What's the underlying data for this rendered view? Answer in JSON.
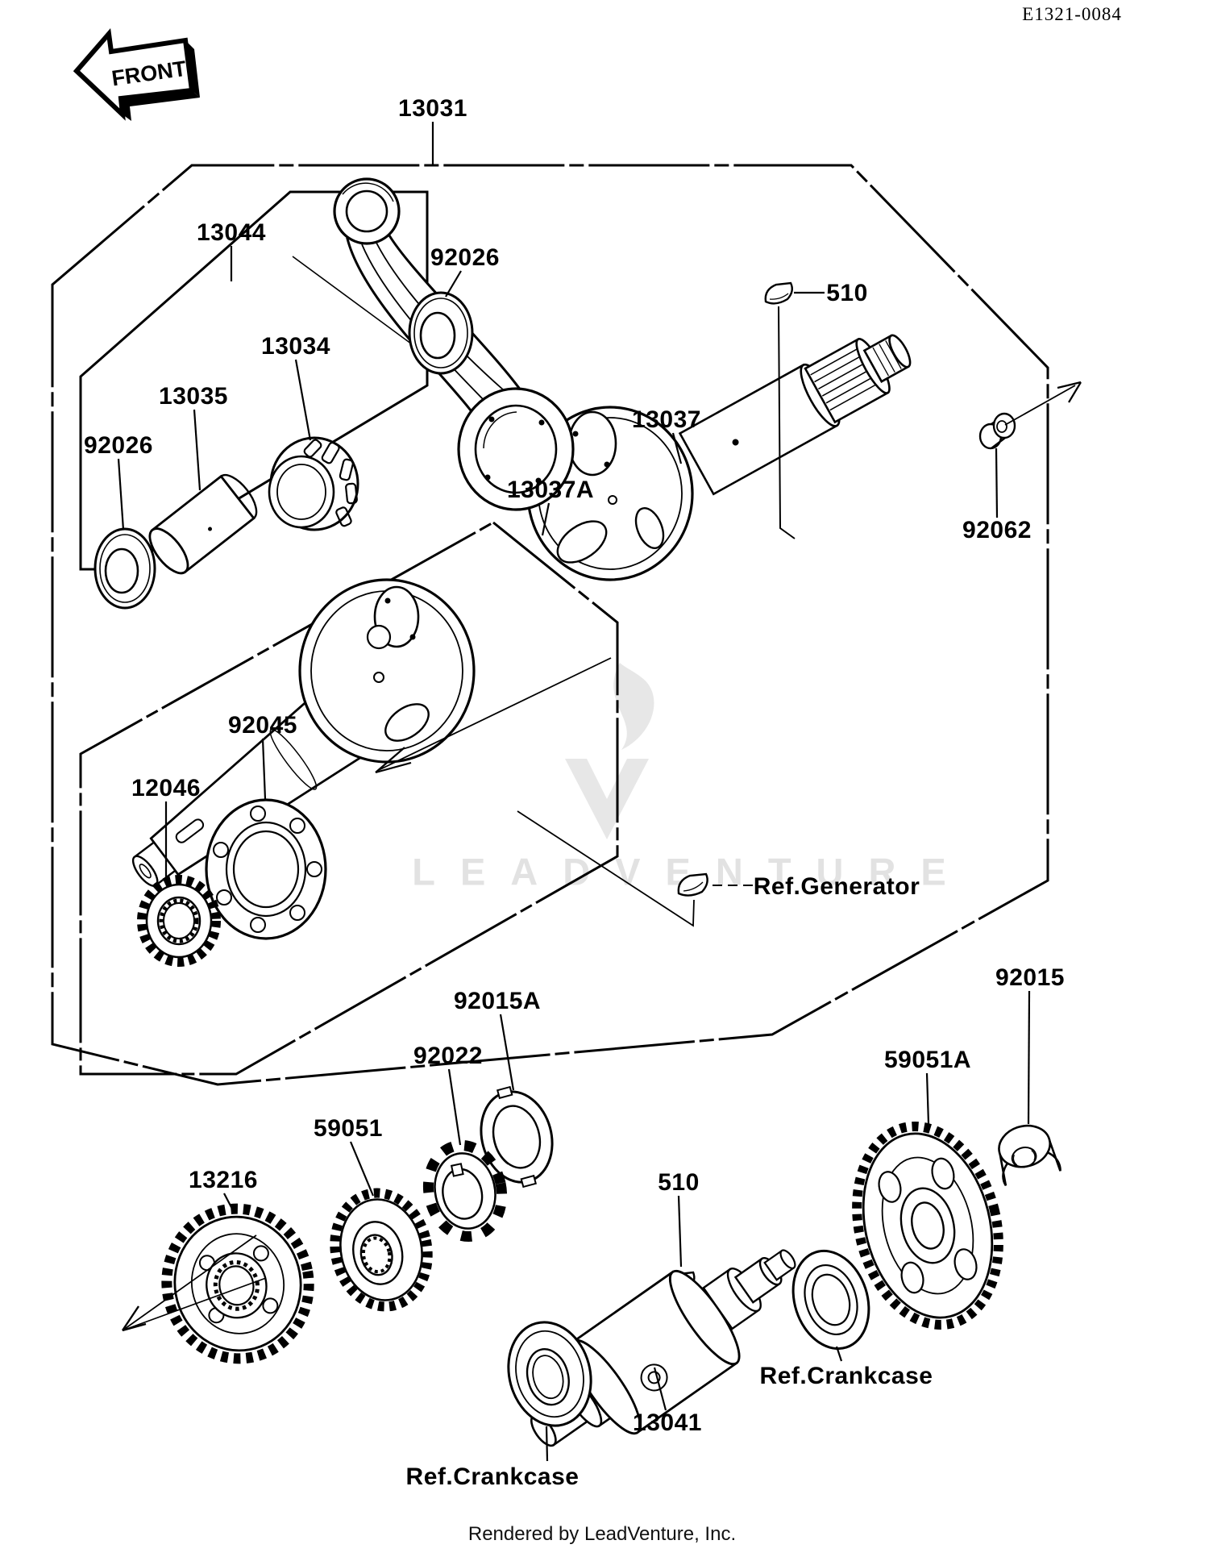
{
  "page": {
    "diagram_code": "E1321-0084",
    "front_arrow": "FRONT",
    "watermark_text": "LEADVENTURE",
    "footer": "Rendered by LeadVenture, Inc.",
    "background_color": "#ffffff",
    "line_color": "#000000",
    "watermark_color": "#e2e2e2"
  },
  "labels": [
    {
      "id": "part-13031",
      "text": "13031"
    },
    {
      "id": "part-13044",
      "text": "13044"
    },
    {
      "id": "part-92026-upper",
      "text": "92026"
    },
    {
      "id": "part-13034",
      "text": "13034"
    },
    {
      "id": "part-13035",
      "text": "13035"
    },
    {
      "id": "part-92026-left",
      "text": "92026"
    },
    {
      "id": "part-13037",
      "text": "13037"
    },
    {
      "id": "part-510-upper",
      "text": "510"
    },
    {
      "id": "part-92062",
      "text": "92062"
    },
    {
      "id": "part-13037A",
      "text": "13037A"
    },
    {
      "id": "part-92045",
      "text": "92045"
    },
    {
      "id": "part-12046",
      "text": "12046"
    },
    {
      "id": "ref-generator",
      "text": "Ref.Generator"
    },
    {
      "id": "part-92015A",
      "text": "92015A"
    },
    {
      "id": "part-92022",
      "text": "92022"
    },
    {
      "id": "part-59051",
      "text": "59051"
    },
    {
      "id": "part-13216",
      "text": "13216"
    },
    {
      "id": "part-510-lower",
      "text": "510"
    },
    {
      "id": "part-59051A",
      "text": "59051A"
    },
    {
      "id": "part-92015",
      "text": "92015"
    },
    {
      "id": "ref-crankcase-right",
      "text": "Ref.Crankcase"
    },
    {
      "id": "part-13041",
      "text": "13041"
    },
    {
      "id": "ref-crankcase-bottom",
      "text": "Ref.Crankcase"
    }
  ]
}
